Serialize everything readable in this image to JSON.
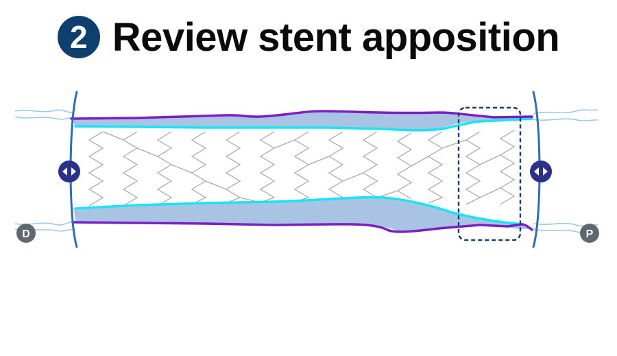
{
  "header": {
    "step_number": "2",
    "title": "Review stent apposition"
  },
  "markers": {
    "distal": "D",
    "proximal": "P"
  },
  "colors": {
    "badge": "#0e3f6e",
    "vessel_wall": "#7b1fc4",
    "lumen_border": "#19e3f5",
    "gap_fill": "#a8c4e2",
    "bracket": "#2f6db3",
    "drag_handle": "#2a3188",
    "end_marker": "#5f6770",
    "roi_box": "#1b3a6b",
    "stent_strut": "#a9a9a9",
    "vessel_taper": "#9ec7e8"
  },
  "icons": {
    "left_handle": "drag-handle-icon",
    "right_handle": "drag-handle-icon"
  }
}
